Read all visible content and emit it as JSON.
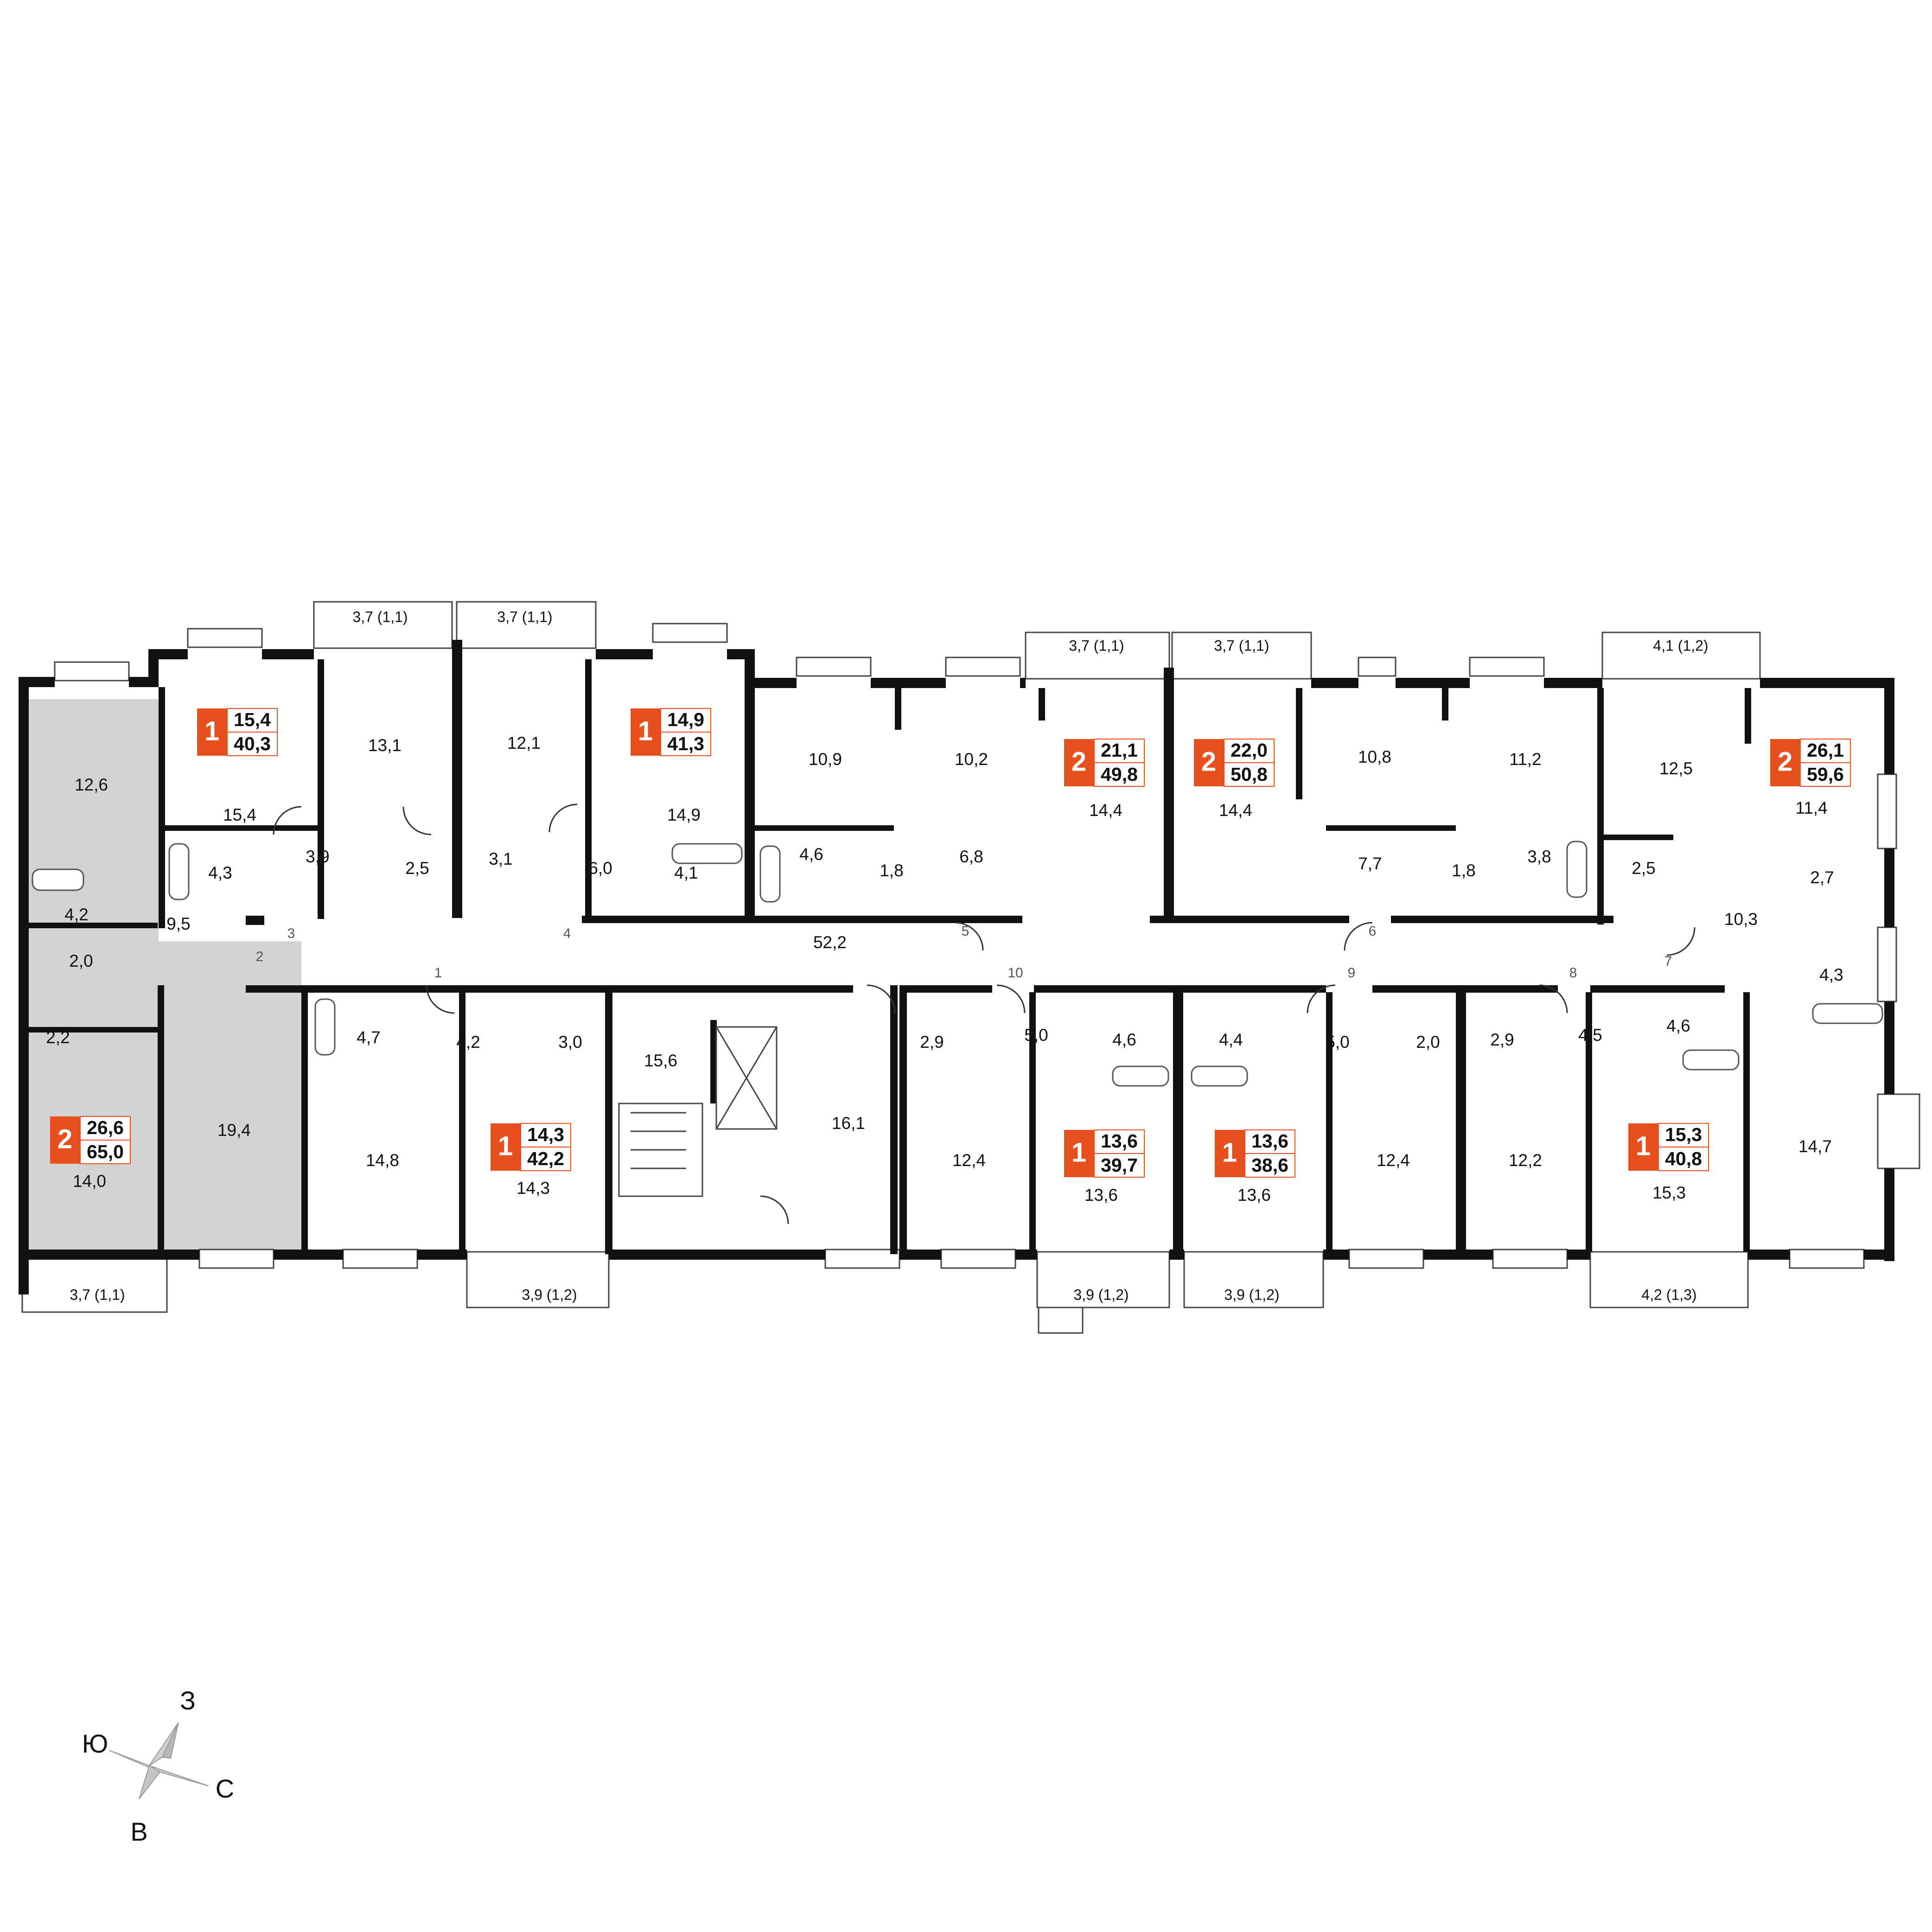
{
  "colors": {
    "accent": "#e5501e",
    "wall": "#111111",
    "highlight": "#d3d3d3",
    "text": "#111111"
  },
  "apartments": [
    {
      "id": "a1",
      "rooms": "1",
      "living": "15,4",
      "total": "40,3"
    },
    {
      "id": "a2",
      "rooms": "1",
      "living": "14,9",
      "total": "41,3"
    },
    {
      "id": "a3",
      "rooms": "2",
      "living": "21,1",
      "total": "49,8"
    },
    {
      "id": "a4",
      "rooms": "2",
      "living": "22,0",
      "total": "50,8"
    },
    {
      "id": "a5",
      "rooms": "2",
      "living": "26,1",
      "total": "59,6"
    },
    {
      "id": "a6",
      "rooms": "2",
      "living": "26,6",
      "total": "65,0",
      "highlighted": true
    },
    {
      "id": "a7",
      "rooms": "1",
      "living": "14,3",
      "total": "42,2"
    },
    {
      "id": "a8",
      "rooms": "1",
      "living": "13,6",
      "total": "39,7"
    },
    {
      "id": "a9",
      "rooms": "1",
      "living": "13,6",
      "total": "38,6"
    },
    {
      "id": "a10",
      "rooms": "1",
      "living": "15,3",
      "total": "40,8"
    }
  ],
  "room_areas": {
    "r1": "12,6",
    "r2": "15,4",
    "r3": "13,1",
    "r4": "12,1",
    "r5": "14,9",
    "r6": "10,9",
    "r7": "10,2",
    "r8": "14,4",
    "r9": "14,4",
    "r10": "10,8",
    "r11": "11,2",
    "r12": "12,5",
    "r13": "11,4",
    "r14": "4,3",
    "r15": "3,9",
    "r16": "2,5",
    "r17": "3,1",
    "r18": "6,0",
    "r19": "4,1",
    "r20": "4,6",
    "r21": "1,8",
    "r22": "6,8",
    "r23": "7,7",
    "r24": "1,8",
    "r25": "3,8",
    "r26": "2,5",
    "r27": "2,7",
    "r28": "10,3",
    "r29": "4,3",
    "r30": "4,2",
    "r31": "9,5",
    "r32": "2,0",
    "r33": "2,2",
    "r34": "52,2",
    "r35": "4,7",
    "r36": "4,2",
    "r37": "3,0",
    "r38": "15,6",
    "r39": "16,1",
    "r40": "2,9",
    "r41": "5,0",
    "r42": "4,6",
    "r43": "4,4",
    "r44": "5,0",
    "r45": "2,0",
    "r46": "2,9",
    "r47": "4,5",
    "r48": "4,6",
    "r49": "19,4",
    "r50": "14,0",
    "r51": "14,8",
    "r52": "14,3",
    "r53": "12,4",
    "r54": "13,6",
    "r55": "13,6",
    "r56": "12,4",
    "r57": "12,2",
    "r58": "15,3",
    "r59": "14,7"
  },
  "balconies": {
    "b1": "3,7 (1,1)",
    "b2": "3,7 (1,1)",
    "b3": "3,7 (1,1)",
    "b4": "3,7 (1,1)",
    "b5": "4,1 (1,2)",
    "b6": "3,7 (1,1)",
    "b7": "3,9 (1,2)",
    "b8": "3,9 (1,2)",
    "b9": "3,9 (1,2)",
    "b10": "4,2 (1,3)"
  },
  "door_numbers": [
    "1",
    "2",
    "3",
    "4",
    "5",
    "6",
    "7",
    "8",
    "9",
    "10"
  ],
  "compass": {
    "north": "С",
    "south": "Ю",
    "east": "В",
    "west": "З"
  }
}
